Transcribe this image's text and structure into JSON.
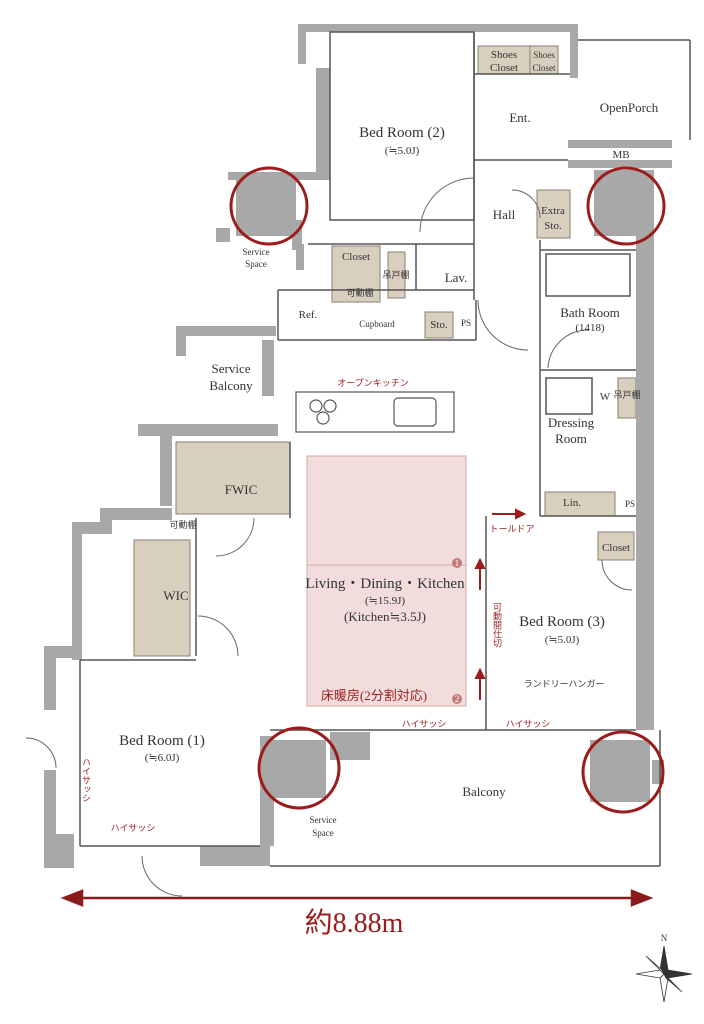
{
  "rooms": {
    "bed2": {
      "name": "Bed Room (2)",
      "size": "(≒5.0J)"
    },
    "bed1": {
      "name": "Bed Room (1)",
      "size": "(≒6.0J)"
    },
    "bed3": {
      "name": "Bed Room (3)",
      "size": "(≒5.0J)"
    },
    "ldk": {
      "name": "Living・Dining・Kitchen",
      "size": "(≒15.9J)",
      "kitchen": "(Kitchen≒3.5J)"
    },
    "bath": {
      "name": "Bath Room",
      "size": "(1418)"
    },
    "dressing": {
      "name": "Dressing",
      "name2": "Room"
    },
    "hall": "Hall",
    "ent": "Ent.",
    "lav": "Lav.",
    "open_porch": "OpenPorch",
    "mb": "MB",
    "service_space_top": {
      "l1": "Service",
      "l2": "Space"
    },
    "service_space_bottom": {
      "l1": "Service",
      "l2": "Space"
    },
    "service_balcony": {
      "l1": "Service",
      "l2": "Balcony"
    },
    "balcony": "Balcony"
  },
  "storage": {
    "shoes_closet_a": {
      "l1": "Shoes",
      "l2": "Closet"
    },
    "shoes_closet_b": {
      "l1": "Shoes",
      "l2": "Closet"
    },
    "extra_sto": {
      "l1": "Extra",
      "l2": "Sto."
    },
    "closet_top": "Closet",
    "kadou_tana": "可動棚",
    "tsuri_to_dana": "吊戸棚",
    "tsuri_to_dana_2": "吊戸棚",
    "ref": "Ref.",
    "cupboard": "Cupboard",
    "sto": "Sto.",
    "ps": "PS",
    "ps2": "PS",
    "w": "W",
    "lin": "Lin.",
    "fwic": "FWIC",
    "wic": "WIC",
    "kadou_tana_v": "可動棚",
    "closet_br3": "Closet"
  },
  "annotations": {
    "open_kitchen": "オープンキッチン",
    "floor_heating": "床暖房(2分割対応)",
    "tall_door": "トールドア",
    "movable_partition": "可動間仕切",
    "laundry_hanger": "ランドリーハンガー",
    "high_sash_ldk": "ハイサッシ",
    "high_sash_br3": "ハイサッシ",
    "high_sash_br1": "ハイサッシ",
    "high_sash_br1_v": "ハイサッシ",
    "zone1": "1",
    "zone2": "2"
  },
  "dimension": {
    "label": "約8.88m"
  },
  "compass": {
    "label": "N"
  },
  "colors": {
    "wall": "#a8a8a8",
    "storage": "#d8cfbf",
    "accent": "#9b1c1c",
    "heating": "#f2dcdc"
  }
}
